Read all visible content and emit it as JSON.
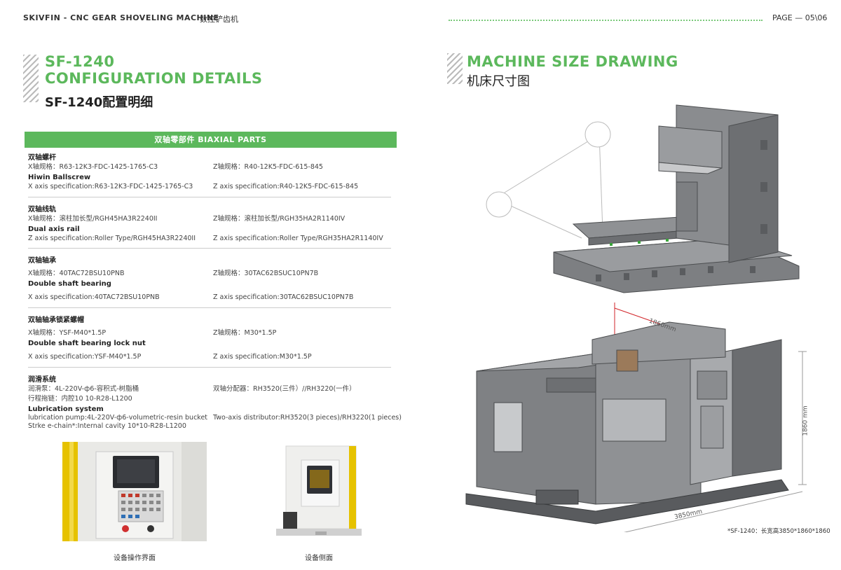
{
  "header": {
    "brand": "SKIVFIN - CNC GEAR SHOVELING MACHINE",
    "brand_cn": "数控铲齿机",
    "page": "PAGE — 05\\06"
  },
  "left": {
    "title1": "SF-1240",
    "title2": "CONFIGURATION DETAILS",
    "title_cn": "SF-1240配置明细",
    "band": "双轴零部件 BIAXIAL PARTS",
    "sections": [
      {
        "cn": "双轴螺杆",
        "x_cn": "X轴规格：R63-12K3-FDC-1425-1765-C3",
        "z_cn": "Z轴规格：R40-12K5-FDC-615-845",
        "en": "Hiwin Ballscrew",
        "x_en": "X axis specification:R63-12K3-FDC-1425-1765-C3",
        "z_en": "Z axis specification:R40-12K5-FDC-615-845"
      },
      {
        "cn": "双轴线轨",
        "x_cn": "X轴规格：滚柱加长型/RGH45HA3R2240II",
        "z_cn": "Z轴规格：滚柱加长型/RGH35HA2R1140IV",
        "en": "Dual axis rail",
        "x_en": "Z axis specification:Roller Type/RGH45HA3R2240II",
        "z_en": "Z axis specification:Roller Type/RGH35HA2R1140IV"
      },
      {
        "cn": "双轴轴承",
        "x_cn": "X轴规格：40TAC72BSU10PNB",
        "z_cn": "Z轴规格：30TAC62BSUC10PN7B",
        "en": "Double shaft bearing",
        "x_en": "X axis specification:40TAC72BSU10PNB",
        "z_en": "Z axis specification:30TAC62BSUC10PN7B"
      },
      {
        "cn": "双轴轴承锁紧螺帽",
        "x_cn": "X轴规格：YSF-M40*1.5P",
        "z_cn": "Z轴规格：M30*1.5P",
        "en": "Double shaft bearing lock nut",
        "x_en": "X axis specification:YSF-M40*1.5P",
        "z_en": "Z axis specification:M30*1.5P"
      }
    ],
    "lube": {
      "cn": "润滑系统",
      "pump_cn": "润滑泵：4L-220V-ф6-容积式-树脂桶",
      "chain_cn": "行程拖链：内腔10 10-R28-L1200",
      "dist_cn": "双轴分配器：RH3520(三件）//RH3220(一件）",
      "en": "Lubrication system",
      "pump_en": "lubrication pump:4L-220V-ф6-volumetric-resin bucket",
      "chain_en": "Strke e-chain*:Internal cavity 10*10-R28-L1200",
      "dist_en": "Two-axis distributor:RH3520(3 pieces)/RH3220(1 pieces)"
    },
    "photo1_caption": "设备操作界面",
    "photo2_caption": "设备侧面"
  },
  "right": {
    "title": "MACHINE SIZE DRAWING",
    "title_cn": "机床尺寸图",
    "dim_width": "1860mm",
    "dim_height": "1860 mm",
    "dim_length": "3850mm",
    "note": "*SF-1240：长宽高3850*1860*1860"
  },
  "colors": {
    "accent": "#5cb85c",
    "machine": "#8a8c8f",
    "machine_dark": "#5f6164",
    "dimension": "#d2262a"
  }
}
